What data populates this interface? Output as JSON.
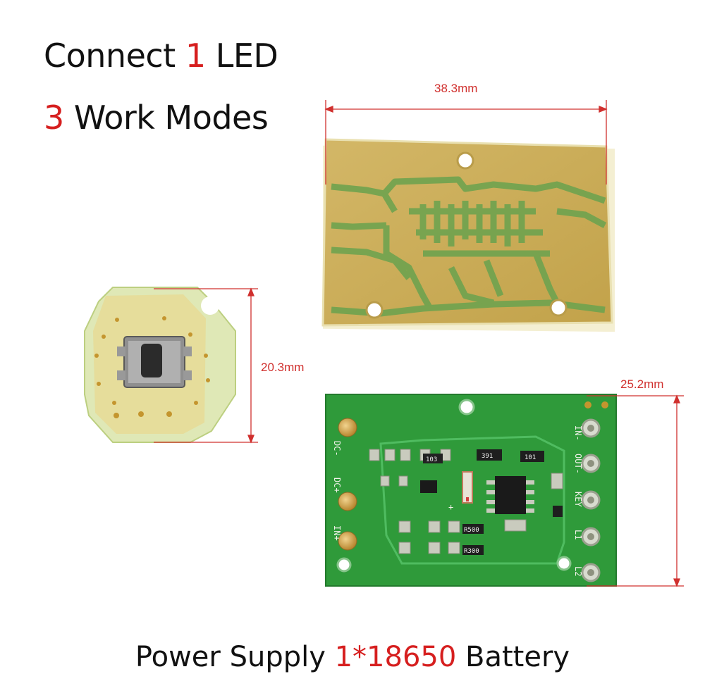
{
  "headline_1": {
    "prefix": "Connect ",
    "accent": "1",
    "suffix": " LED"
  },
  "headline_2": {
    "accent": "3",
    "suffix": " Work Modes"
  },
  "footer": {
    "prefix": "Power Supply ",
    "accent": "1*18650",
    "suffix": " Battery"
  },
  "dimensions": {
    "width_top_board": "38.3mm",
    "switch_board": "20.3mm",
    "height_green_board": "25.2mm"
  },
  "silkscreen": {
    "dc_minus": "DC-",
    "dc_plus": "DC+",
    "in_plus": "IN+",
    "in_minus": "IN-",
    "out_minus": "OUT-",
    "key": "KEY",
    "l1": "L1",
    "l2": "L2",
    "c103": "103",
    "r391": "391",
    "r101": "101",
    "r500": "R500",
    "r300": "R300",
    "plus": "+"
  },
  "colors": {
    "accent": "#d61f1f",
    "dimension": "#d0302e",
    "pcb_green": "#2f9a3a",
    "pcb_bare": "#c9ad55",
    "copper_trace": "#4e9a4a"
  }
}
